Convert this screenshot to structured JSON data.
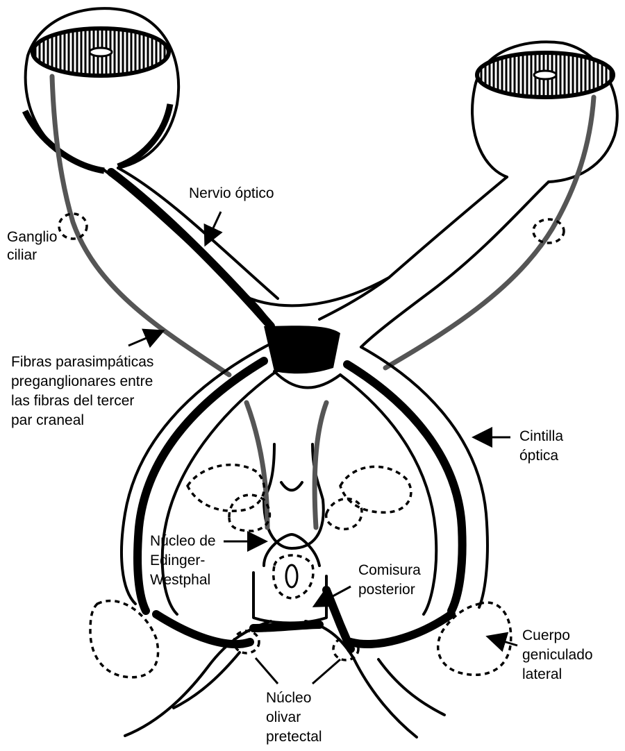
{
  "labels": {
    "nervio_optico": "Nervio óptico",
    "ganglio_ciliar_1": "Ganglio",
    "ganglio_ciliar_2": "ciliar",
    "fibras_1": "Fibras parasimpáticas",
    "fibras_2": "preganglionares entre",
    "fibras_3": "las fibras del tercer",
    "fibras_4": "par craneal",
    "cintilla_1": "Cintilla",
    "cintilla_2": "óptica",
    "nucleo_ew_1": "Núcleo de",
    "nucleo_ew_2": "Edinger-",
    "nucleo_ew_3": "Westphal",
    "comisura_1": "Comisura",
    "comisura_2": "posterior",
    "cuerpo_1": "Cuerpo",
    "cuerpo_2": "geniculado",
    "cuerpo_3": "lateral",
    "olivar_1": "Núcleo",
    "olivar_2": "olivar",
    "olivar_3": "pretectal"
  }
}
